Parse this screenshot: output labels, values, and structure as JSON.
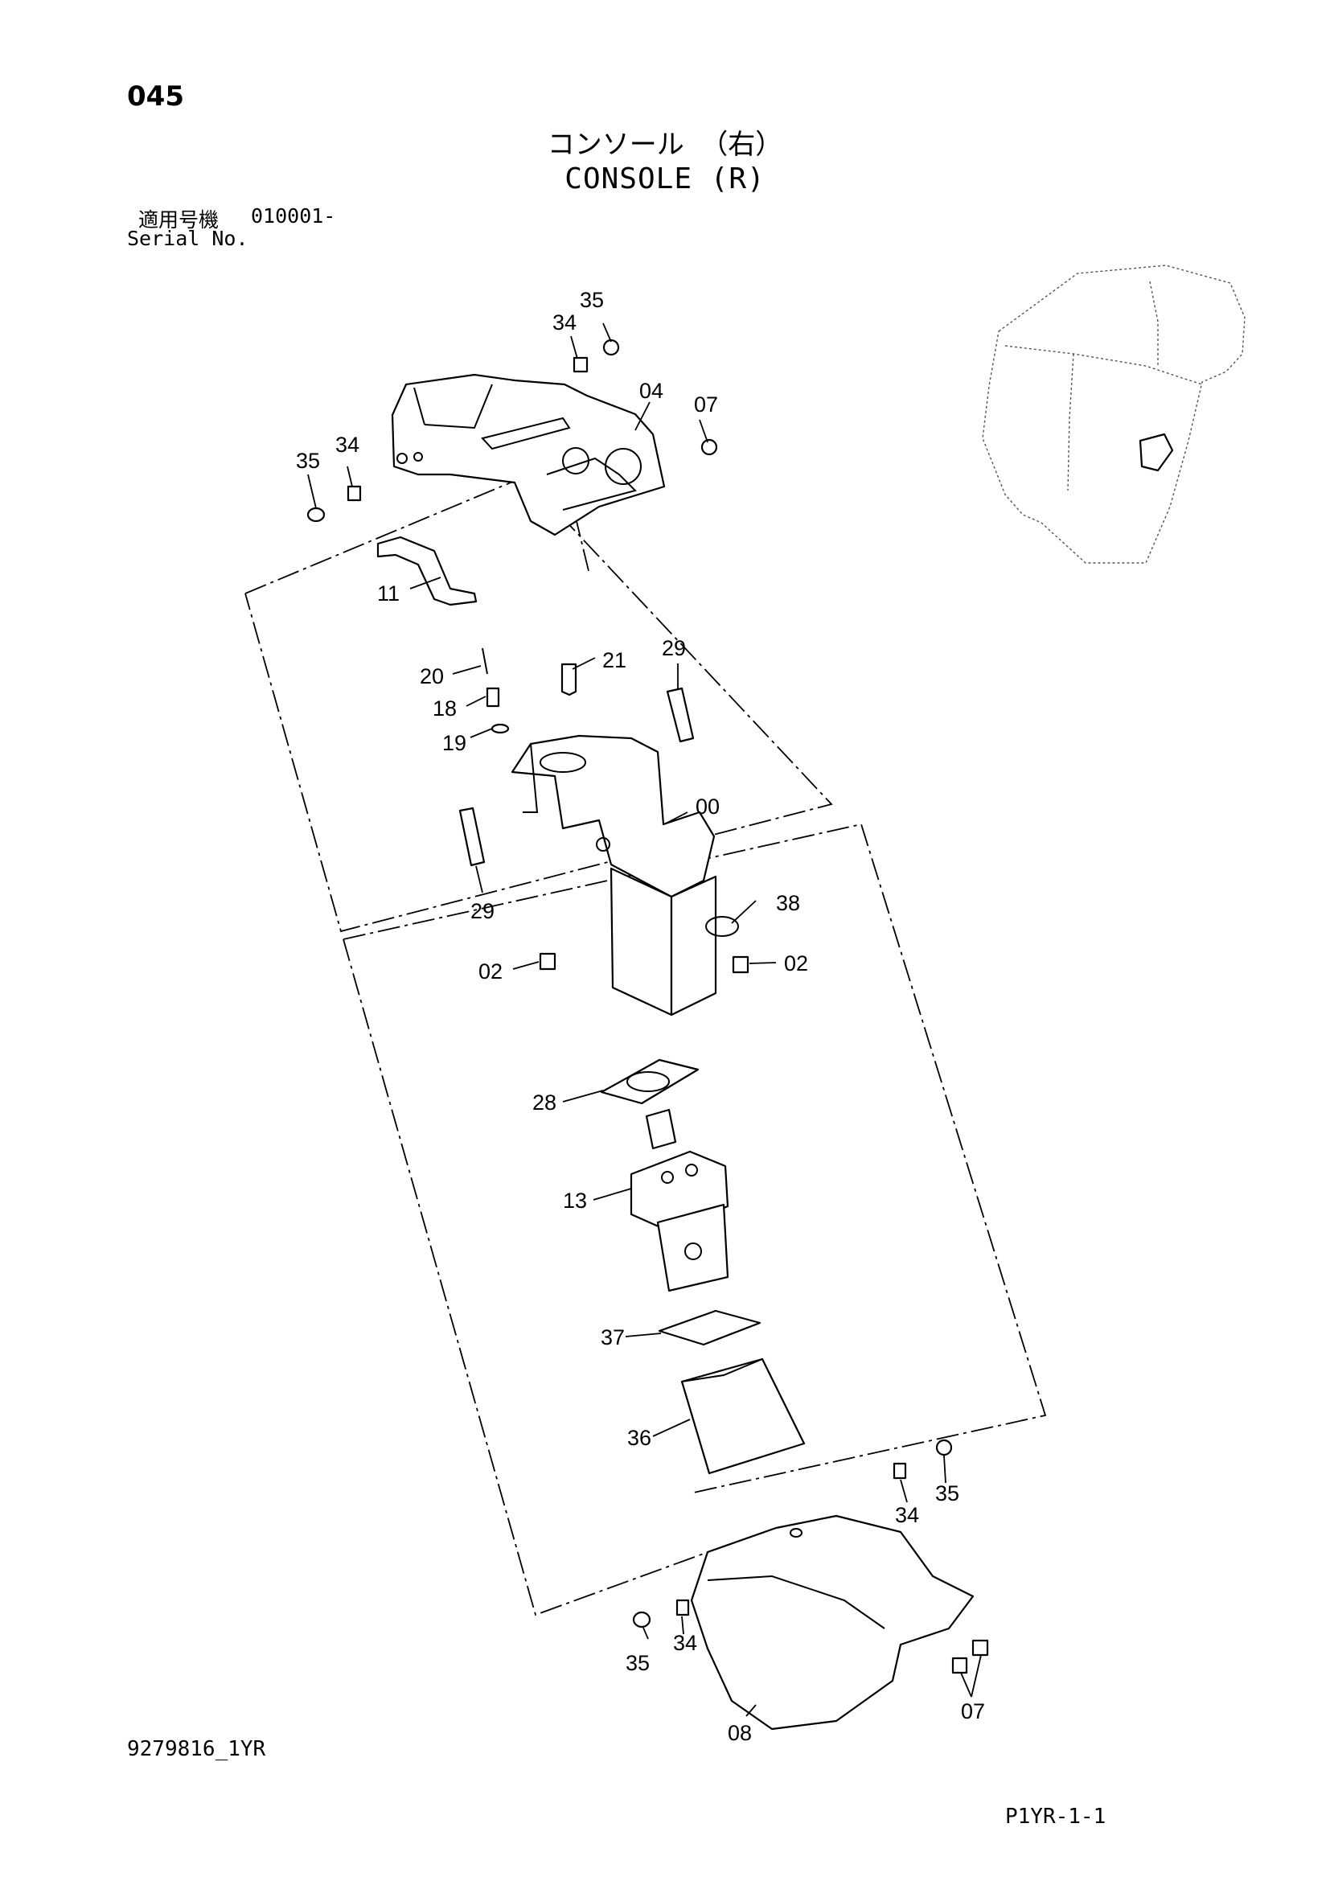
{
  "header": {
    "page_number": "045",
    "title_jp": "コンソール （右）",
    "title_en": "CONSOLE (R)",
    "serial_label_jp": "適用号機",
    "serial_value": "010001-",
    "serial_label_en": "Serial No."
  },
  "callouts": [
    "35",
    "34",
    "04",
    "07",
    "35",
    "34",
    "11",
    "20",
    "21",
    "29",
    "18",
    "19",
    "00",
    "29",
    "38",
    "02",
    "02",
    "28",
    "13",
    "37",
    "36",
    "34",
    "35",
    "35",
    "34",
    "08",
    "07"
  ],
  "footer": {
    "drawing_number": "9279816_1YR",
    "page_code": "P1YR-1-1"
  }
}
